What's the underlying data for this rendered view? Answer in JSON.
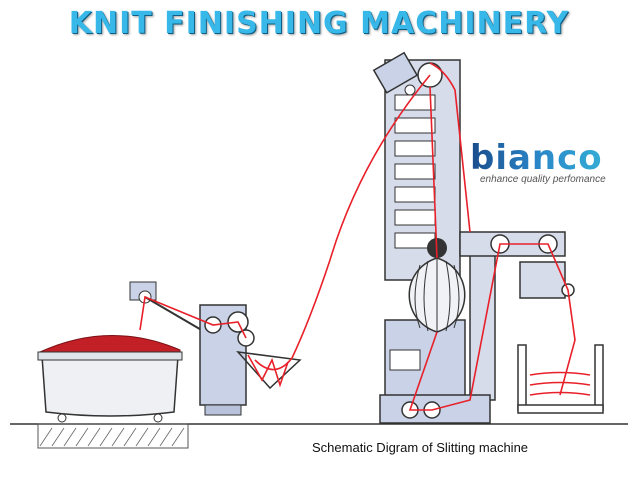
{
  "title": "KNIT FINISHING MACHINERY",
  "caption": "Schematic Digram of Slitting machine",
  "brand": {
    "name": "bianco",
    "tagline": "enhance quality perfomance"
  },
  "colors": {
    "title": "#38b8e8",
    "fabric": "#e8202a",
    "machine_fill": "#c9d2e6",
    "outline": "#333333"
  }
}
